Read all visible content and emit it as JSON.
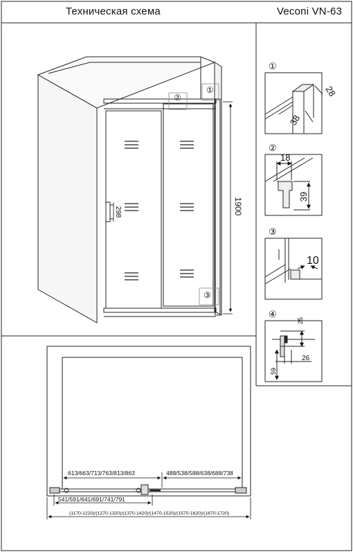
{
  "header": {
    "title": "Техническая схема",
    "model": "Veconi VN-63"
  },
  "views": {
    "main": {
      "height_label": "1900",
      "handle_label": "298"
    },
    "plan": {
      "fixed_label": "613/663/713/763/813/863",
      "door_label": "488/538/588/638/688/738",
      "opening_label": "541/591/641/691/741/791",
      "total_label": "(1170-1220)/(1270-1320)/(1370-1420)/(1470-1520)/(1570-1620)/(1670-1720)"
    },
    "callouts": {
      "c1": "①",
      "c2": "②",
      "c3": "③",
      "c4": "④"
    },
    "details": {
      "d1_a": "28",
      "d1_b": "38",
      "d2_a": "18",
      "d2_b": "39",
      "d3_a": "10",
      "d4_a": "25",
      "d4_b": "26",
      "d4_c": "59"
    }
  }
}
